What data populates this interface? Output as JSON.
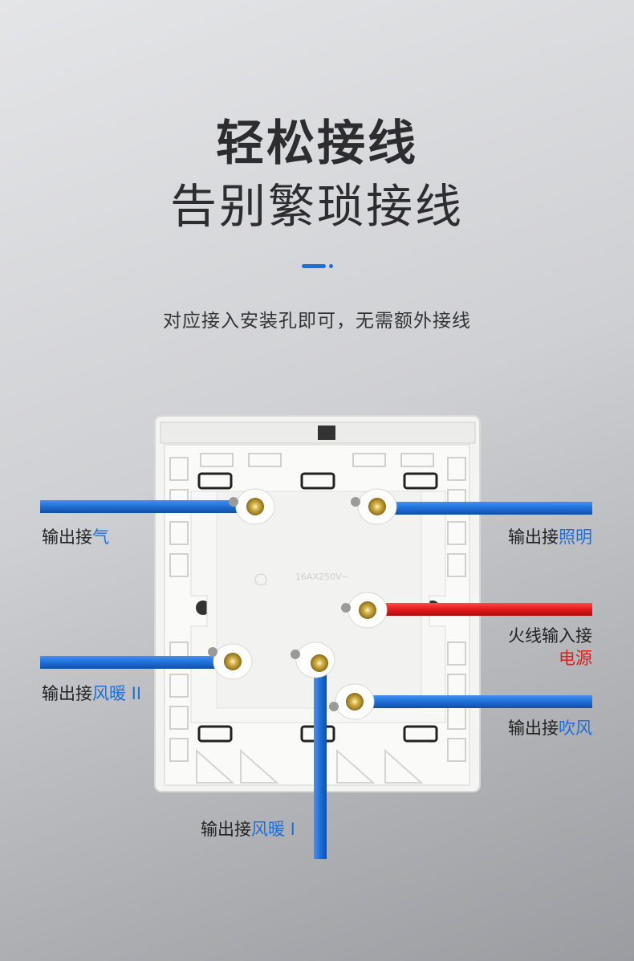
{
  "heading": {
    "title_line1": "轻松接线",
    "title_line2": "告别繁琐接线",
    "subtitle": "对应接入安装孔即可，无需额外接线"
  },
  "product_markings": {
    "rating": "16AX250V~"
  },
  "wire_labels": {
    "air_prefix": "输出接",
    "air_target": "气",
    "light_prefix": "输出接",
    "light_target": "照明",
    "live_prefix": "火线输入接",
    "live_target": "电源",
    "heat2_prefix": "输出接",
    "heat2_target": "风暖 II",
    "blow_prefix": "输出接",
    "blow_target": "吹风",
    "heat1_prefix": "输出接",
    "heat1_target": "风暖 I"
  },
  "colors": {
    "accent_blue": "#1f6fd6",
    "live_red": "#e01b1b"
  }
}
